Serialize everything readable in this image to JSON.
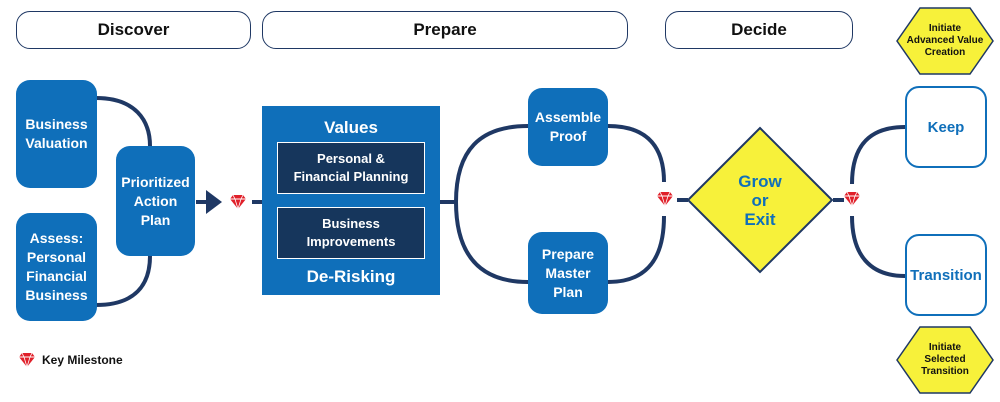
{
  "phases": [
    "Discover",
    "Prepare",
    "Decide"
  ],
  "discover": {
    "business_valuation": "Business\nValuation",
    "assess": "Assess:\nPersonal\nFinancial\nBusiness",
    "action_plan": "Prioritized\nAction\nPlan"
  },
  "prepare": {
    "values_title": "Values",
    "personal_financial": "Personal &\nFinancial Planning",
    "business_improvements": "Business\nImprovements",
    "de_risking": "De-Risking",
    "assemble_proof": "Assemble\nProof",
    "master_plan": "Prepare\nMaster\nPlan"
  },
  "decide": {
    "grow_or_exit": "Grow\nor\nExit",
    "keep": "Keep",
    "transition": "Transition",
    "initiate_advanced": "Initiate\nAdvanced Value\nCreation",
    "initiate_selected": "Initiate\nSelected\nTransition"
  },
  "legend": {
    "milestone_label": "Key Milestone",
    "milestone_icon": "gem-icon"
  },
  "colors": {
    "primary_blue": "#0f6fba",
    "navy": "#16365c",
    "line": "#1f3864",
    "yellow": "#f7f13a",
    "gem_red": "#e0202a"
  }
}
